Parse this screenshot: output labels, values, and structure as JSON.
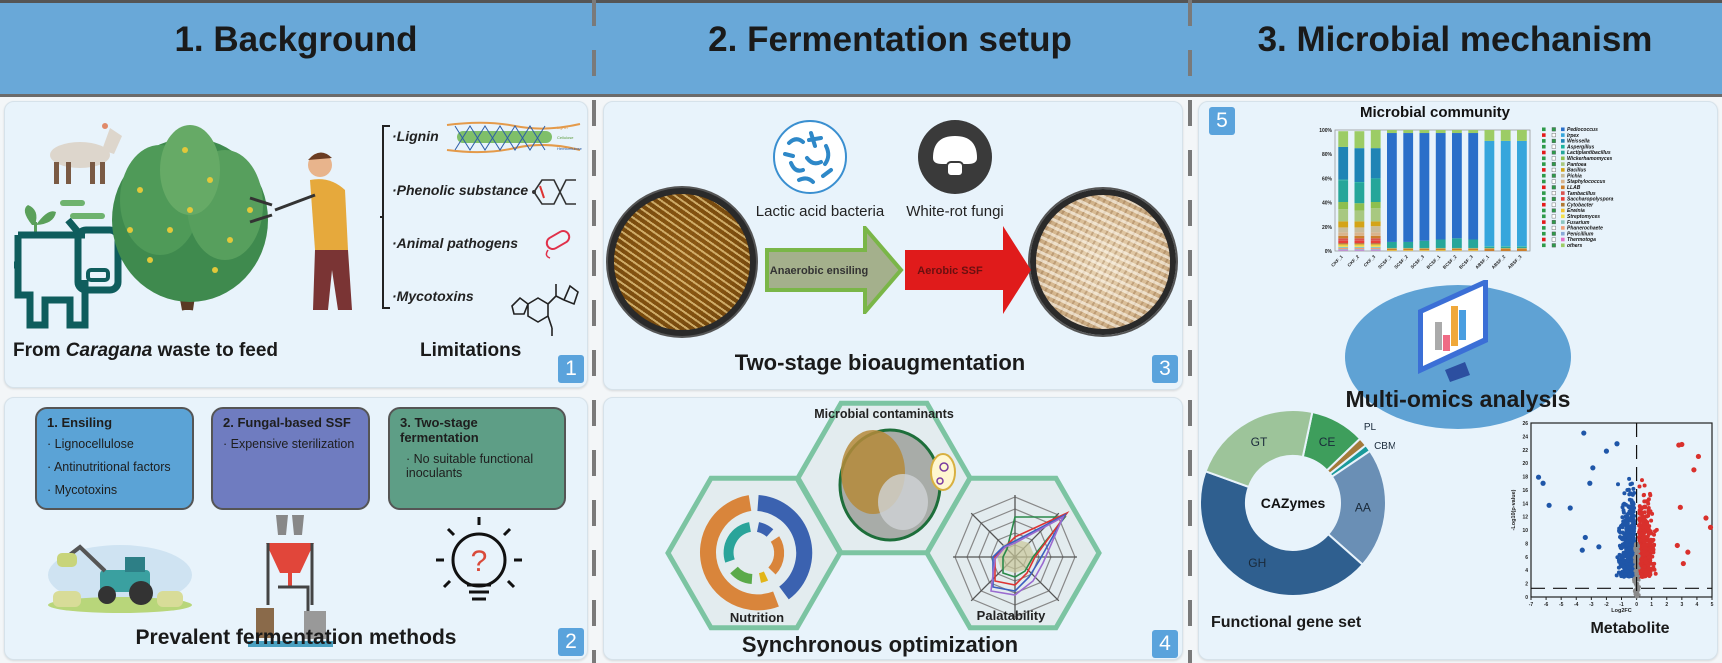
{
  "headers": [
    "1. Background",
    "2. Fermentation setup",
    "3. Microbial mechanism"
  ],
  "panel1": {
    "caption_prefix": "From ",
    "caption_italic": "Caragana",
    "caption_suffix": " waste to feed",
    "limitations_title": "Limitations",
    "limitations": [
      "·Lignin",
      "·Phenolic substance",
      "·Animal pathogens",
      "·Mycotoxins"
    ],
    "lignin_labels": [
      "Lignin",
      "Cellulose",
      "Hemicellulose"
    ],
    "badge": "1"
  },
  "panel2": {
    "methods": [
      {
        "title": "1. Ensiling",
        "items": [
          "· Lignocellulose",
          "· Antinutritional factors",
          "· Mycotoxins"
        ],
        "color": "#5ba3d6"
      },
      {
        "title": "2. Fungal-based SSF",
        "items": [
          "· Expensive sterilization"
        ],
        "color": "#6f7cc0"
      },
      {
        "title": "3. Two-stage fermentation",
        "items": [
          "· No suitable functional inoculants"
        ],
        "color": "#5e9e86"
      }
    ],
    "title": "Prevalent fermentation methods",
    "badge": "2"
  },
  "panel3": {
    "lab_label": "Lactic acid bacteria",
    "fungi_label": "White-rot fungi",
    "arrow1": "Anaerobic ensiling",
    "arrow2": "Aerobic SSF",
    "title": "Two-stage bioaugmentation",
    "badge": "3"
  },
  "panel4": {
    "contaminants": "Microbial contaminants",
    "nutrition": "Nutrition",
    "palatability": "Palatability",
    "title": "Synchronous optimization",
    "badge": "4"
  },
  "panel5": {
    "badge": "5",
    "multiomics_title": "Multi-omics analysis",
    "functional_title": "Functional gene set",
    "metabolite_title": "Metabolite"
  },
  "colors": {
    "header": "#69a8d8",
    "panel": "#e8f3fb",
    "badge": "#5aa3dc",
    "arrow_green": "#7ab648",
    "arrow_red": "#e01b1b"
  },
  "chart_data": [
    {
      "type": "bar",
      "stacked": true,
      "title": "Microbial community",
      "ylim": [
        0,
        100
      ],
      "yticks": [
        "0%",
        "20%",
        "40%",
        "60%",
        "80%",
        "100%"
      ],
      "categories": [
        "CKF_1",
        "CKF_2",
        "CKF_3",
        "SCSF_1",
        "SCSF_2",
        "SCSF_3",
        "BCSF_1",
        "BCSF_2",
        "BCSF_3",
        "ABSF_1",
        "ABSF_2",
        "ABSF_3"
      ],
      "legend": "right",
      "series": [
        {
          "name": "Pediococcus",
          "color": "#2a6fc9",
          "values": [
            0,
            0,
            0,
            90,
            90,
            89,
            88,
            87,
            88,
            0,
            0,
            0
          ]
        },
        {
          "name": "Irpex",
          "color": "#36a6dc",
          "values": [
            0,
            0,
            0,
            0,
            0,
            0,
            0,
            0,
            0,
            87,
            87,
            87
          ]
        },
        {
          "name": "Weissella",
          "color": "#1f84b5",
          "values": [
            27,
            28,
            25,
            0,
            0,
            0,
            0,
            0,
            0,
            0,
            0,
            0
          ]
        },
        {
          "name": "Aspergillus",
          "color": "#1bb39c",
          "values": [
            0.5,
            0.5,
            0.5,
            0,
            0,
            0,
            0,
            0,
            0,
            0.5,
            0.5,
            0.5
          ]
        },
        {
          "name": "Lactiplantibacillus",
          "color": "#25a69a",
          "values": [
            18,
            17,
            19,
            5,
            5,
            6,
            7,
            8,
            7,
            1,
            1,
            1
          ]
        },
        {
          "name": "Wickerhamomyces",
          "color": "#8dbf4f",
          "values": [
            6,
            6,
            5,
            0,
            0,
            0,
            0,
            0,
            0,
            0,
            0,
            0
          ]
        },
        {
          "name": "Pantoea",
          "color": "#a8c880",
          "values": [
            10,
            9,
            11,
            0.5,
            0.5,
            0.5,
            0.5,
            0.5,
            0.5,
            0.5,
            0.5,
            0.5
          ]
        },
        {
          "name": "Bacillus",
          "color": "#d4a418",
          "values": [
            5,
            5,
            4,
            0,
            0,
            0,
            0,
            0,
            0,
            0,
            0,
            0
          ]
        },
        {
          "name": "Pichia",
          "color": "#c9bc9a",
          "values": [
            4,
            4,
            5,
            0,
            0,
            0,
            0,
            0,
            0,
            0,
            0,
            0
          ]
        },
        {
          "name": "Staphylococcus",
          "color": "#d9b48c",
          "values": [
            3,
            3,
            3,
            0,
            0,
            0,
            0,
            0,
            0,
            0,
            0,
            0
          ]
        },
        {
          "name": "LLAB",
          "color": "#cc7f2c",
          "values": [
            2,
            2,
            2,
            1.5,
            1.5,
            1.5,
            1.5,
            1.5,
            1.5,
            2,
            2,
            2
          ]
        },
        {
          "name": "Tambacillus",
          "color": "#d9534f",
          "values": [
            2,
            2,
            2,
            0,
            0,
            0,
            0,
            0,
            0,
            0,
            0,
            0
          ]
        },
        {
          "name": "Saccharopolyspora",
          "color": "#e8403a",
          "values": [
            2,
            2,
            2,
            0,
            0,
            0,
            0,
            0,
            0,
            0,
            0,
            0
          ]
        },
        {
          "name": "Cytobacter",
          "color": "#b07a35",
          "values": [
            1,
            1,
            1,
            0,
            0,
            0,
            0,
            0,
            0,
            0,
            0,
            0
          ]
        },
        {
          "name": "Erwinia",
          "color": "#f2c230",
          "values": [
            1,
            1,
            1,
            0,
            0,
            0,
            0,
            0,
            0,
            0,
            0,
            0
          ]
        },
        {
          "name": "Streptomyces",
          "color": "#f4e04d",
          "values": [
            1,
            1,
            1,
            0.5,
            0.5,
            0.5,
            0.5,
            0.5,
            0.5,
            0,
            0,
            0
          ]
        },
        {
          "name": "Fusarium",
          "color": "#8cc5c0",
          "values": [
            1,
            1,
            1,
            0,
            0,
            0,
            0,
            0,
            0,
            0,
            0,
            0
          ]
        },
        {
          "name": "Phanerochaete",
          "color": "#f0a07a",
          "values": [
            1,
            1,
            1,
            0,
            0,
            0,
            0,
            0,
            0,
            0,
            0,
            0
          ]
        },
        {
          "name": "Penicillium",
          "color": "#8aa9d8",
          "values": [
            1,
            1,
            1,
            0,
            0,
            0,
            0,
            0,
            0,
            0,
            0,
            0
          ]
        },
        {
          "name": "Thermotoga",
          "color": "#e46fc8",
          "values": [
            0.5,
            0.5,
            0.5,
            0,
            0,
            0,
            0,
            0,
            0,
            0,
            0,
            0
          ]
        },
        {
          "name": "others",
          "color": "#9ccc65",
          "values": [
            13,
            14,
            15,
            2.5,
            2.5,
            2.5,
            2.5,
            2.5,
            2.5,
            9,
            9,
            9
          ]
        }
      ]
    },
    {
      "type": "pie",
      "donut": true,
      "center_label": "CAZymes",
      "categories": [
        "CE",
        "PL",
        "CBM",
        "AA",
        "GH",
        "GT"
      ],
      "values": [
        9.5,
        1.5,
        1.2,
        21,
        44,
        22.8
      ],
      "colors": [
        "#3e9e5c",
        "#a47a3a",
        "#1a9a9a",
        "#6a8fb5",
        "#2f5f8f",
        "#9dc49a"
      ]
    },
    {
      "type": "scatter",
      "subtype": "volcano",
      "xlabel": "Log2FC",
      "ylabel": "-Log10(p-value)",
      "xlim": [
        -7,
        5
      ],
      "ylim": [
        0,
        26
      ],
      "xticks": [
        -7,
        -6,
        -5,
        -4,
        -3,
        -2,
        -1,
        0,
        1,
        2,
        3,
        4,
        5
      ],
      "yticks": [
        0,
        2,
        4,
        6,
        8,
        10,
        12,
        14,
        16,
        18,
        20,
        22,
        24,
        26
      ],
      "threshold_y": 1.3,
      "threshold_x": 0,
      "colors": {
        "down": "#1f56a8",
        "up": "#d9302c",
        "ns": "#8a8a8a"
      },
      "outliers": [
        {
          "x": -6.5,
          "y": 17.9
        },
        {
          "x": -6.2,
          "y": 17
        },
        {
          "x": -5.8,
          "y": 13.7
        },
        {
          "x": -4.4,
          "y": 13.3
        },
        {
          "x": -3.5,
          "y": 24.5
        },
        {
          "x": -3.1,
          "y": 17
        },
        {
          "x": -2.9,
          "y": 19.3
        },
        {
          "x": -2,
          "y": 21.8
        },
        {
          "x": -1.3,
          "y": 22.9
        },
        {
          "x": -3.4,
          "y": 8.9
        },
        {
          "x": -3.6,
          "y": 7
        },
        {
          "x": -2.5,
          "y": 7.5
        },
        {
          "x": 2.8,
          "y": 22.7
        },
        {
          "x": 3.0,
          "y": 22.8
        },
        {
          "x": 4.1,
          "y": 21
        },
        {
          "x": 3.8,
          "y": 19
        },
        {
          "x": 4.6,
          "y": 11.8
        },
        {
          "x": 4.9,
          "y": 10.4
        },
        {
          "x": 2.9,
          "y": 13.4
        },
        {
          "x": 2.7,
          "y": 7.7
        },
        {
          "x": 3.4,
          "y": 6.7
        },
        {
          "x": 3.1,
          "y": 5
        }
      ]
    }
  ]
}
